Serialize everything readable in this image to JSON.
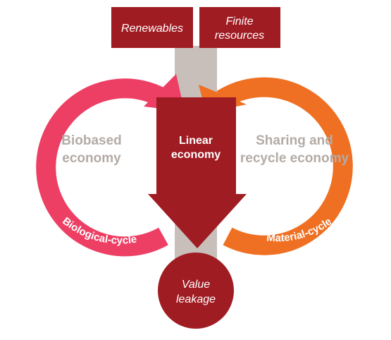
{
  "diagram": {
    "inputs": {
      "renewables": "Renewables",
      "finite_resources_line1": "Finite",
      "finite_resources_line2": "resources"
    },
    "left_loop": {
      "label_line1": "Biobased",
      "label_line2": "economy",
      "cycle_label": "Biological-cycle"
    },
    "center": {
      "label_line1": "Linear",
      "label_line2": "economy"
    },
    "right_loop": {
      "label_line1": "Sharing and",
      "label_line2": "recycle economy",
      "cycle_label": "Material-cycle"
    },
    "output": {
      "label_line1": "Value",
      "label_line2": "leakage"
    },
    "colors": {
      "dark_red": "#a01c23",
      "pink": "#ed3f64",
      "orange": "#ef7023",
      "stem_grey": "#c8bfba",
      "label_grey": "#b3aba6"
    }
  }
}
